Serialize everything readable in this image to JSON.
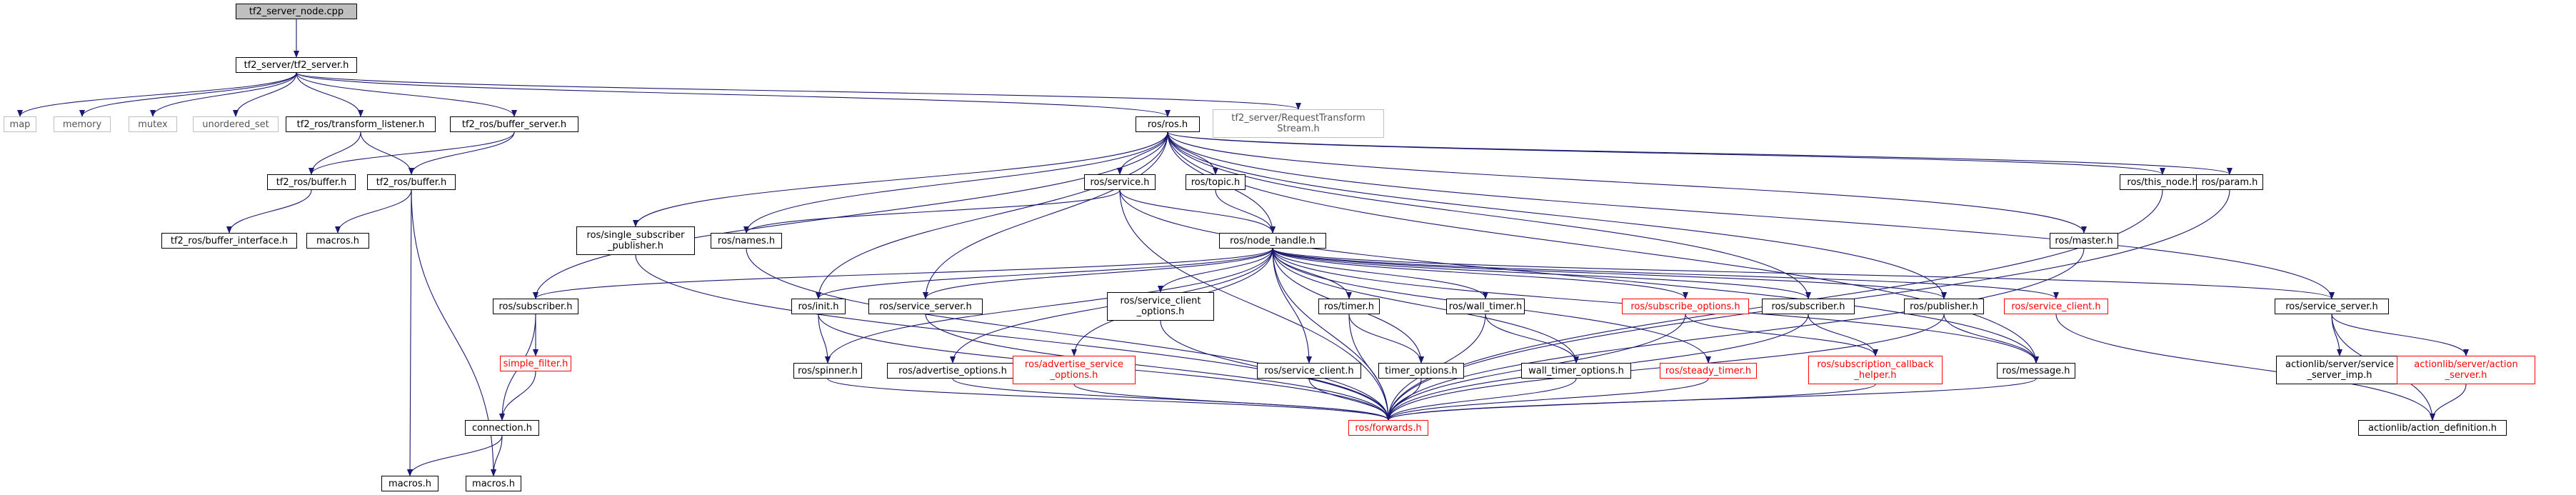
{
  "title": "tf2_server_node.cpp",
  "colors": {
    "edge": "#191970",
    "node_border": "#000000",
    "truncated_border": "#ff0000",
    "external_border": "#bfbfbf",
    "root_fill": "#bfbfbf"
  },
  "nodes": [
    {
      "id": "root",
      "label": "tf2_server_node.cpp"
    },
    {
      "id": "tf2server",
      "label": "tf2_server/tf2_server.h"
    },
    {
      "id": "map",
      "label": "map"
    },
    {
      "id": "memory",
      "label": "memory"
    },
    {
      "id": "mutex",
      "label": "mutex"
    },
    {
      "id": "unordered_set",
      "label": "unordered_set"
    },
    {
      "id": "tf_listener",
      "label": "tf2_ros/transform_listener.h"
    },
    {
      "id": "buf_server",
      "label": "tf2_ros/buffer_server.h"
    },
    {
      "id": "ros_h",
      "label": "ros/ros.h"
    },
    {
      "id": "req_stream",
      "label": "tf2_server/RequestTransform\nStream.h"
    },
    {
      "id": "tf2_buffer1",
      "label": "tf2_ros/buffer.h"
    },
    {
      "id": "tf2_buffer2",
      "label": "tf2_ros/buffer.h"
    },
    {
      "id": "buf_iface",
      "label": "tf2_ros/buffer_interface.h"
    },
    {
      "id": "macros_a",
      "label": "macros.h"
    },
    {
      "id": "service_h",
      "label": "ros/service.h"
    },
    {
      "id": "topic_h",
      "label": "ros/topic.h"
    },
    {
      "id": "this_node",
      "label": "ros/this_node.h"
    },
    {
      "id": "param_h",
      "label": "ros/param.h"
    },
    {
      "id": "single_sub",
      "label": "ros/single_subscriber\n_publisher.h"
    },
    {
      "id": "names_h",
      "label": "ros/names.h"
    },
    {
      "id": "node_handle",
      "label": "ros/node_handle.h"
    },
    {
      "id": "master_h",
      "label": "ros/master.h"
    },
    {
      "id": "subscriber1",
      "label": "ros/subscriber.h"
    },
    {
      "id": "init_h",
      "label": "ros/init.h"
    },
    {
      "id": "svc_server1",
      "label": "ros/service_server.h"
    },
    {
      "id": "svc_client_opts",
      "label": "ros/service_client\n_options.h"
    },
    {
      "id": "timer_h",
      "label": "ros/timer.h"
    },
    {
      "id": "wall_timer",
      "label": "ros/wall_timer.h"
    },
    {
      "id": "subscribe_opts",
      "label": "ros/subscribe_options.h"
    },
    {
      "id": "subscriber2",
      "label": "ros/subscriber.h"
    },
    {
      "id": "publisher_h",
      "label": "ros/publisher.h"
    },
    {
      "id": "service_client",
      "label": "ros/service_client.h"
    },
    {
      "id": "svc_server2",
      "label": "ros/service_server.h"
    },
    {
      "id": "simple_filter",
      "label": "simple_filter.h"
    },
    {
      "id": "spinner",
      "label": "ros/spinner.h"
    },
    {
      "id": "advertise_opts",
      "label": "ros/advertise_options.h"
    },
    {
      "id": "adv_svc_opts",
      "label": "ros/advertise_service\n_options.h"
    },
    {
      "id": "svc_client2",
      "label": "ros/service_client.h"
    },
    {
      "id": "timer_opts",
      "label": "timer_options.h"
    },
    {
      "id": "wall_timer_opts",
      "label": "wall_timer_options.h"
    },
    {
      "id": "steady_timer",
      "label": "ros/steady_timer.h"
    },
    {
      "id": "sub_cb_helper",
      "label": "ros/subscription_callback\n_helper.h"
    },
    {
      "id": "message_h",
      "label": "ros/message.h"
    },
    {
      "id": "al_srv_imp",
      "label": "actionlib/server/service\n_server_imp.h"
    },
    {
      "id": "al_action_srv",
      "label": "actionlib/server/action\n_server.h"
    },
    {
      "id": "connection",
      "label": "connection.h"
    },
    {
      "id": "forwards",
      "label": "ros/forwards.h"
    },
    {
      "id": "al_action_def",
      "label": "actionlib/action_definition.h"
    },
    {
      "id": "macros_b",
      "label": "macros.h"
    },
    {
      "id": "macros_c",
      "label": "macros.h"
    }
  ],
  "edges": [
    [
      "root",
      "tf2server"
    ],
    [
      "tf2server",
      "map"
    ],
    [
      "tf2server",
      "memory"
    ],
    [
      "tf2server",
      "mutex"
    ],
    [
      "tf2server",
      "unordered_set"
    ],
    [
      "tf2server",
      "tf_listener"
    ],
    [
      "tf2server",
      "buf_server"
    ],
    [
      "tf2server",
      "ros_h"
    ],
    [
      "tf2server",
      "req_stream"
    ],
    [
      "tf_listener",
      "tf2_buffer1"
    ],
    [
      "tf_listener",
      "tf2_buffer2"
    ],
    [
      "buf_server",
      "tf2_buffer1"
    ],
    [
      "buf_server",
      "tf2_buffer2"
    ],
    [
      "tf2_buffer1",
      "buf_iface"
    ],
    [
      "tf2_buffer2",
      "macros_a"
    ],
    [
      "tf2_buffer2",
      "macros_b"
    ],
    [
      "tf2_buffer2",
      "macros_c"
    ],
    [
      "ros_h",
      "service_h"
    ],
    [
      "ros_h",
      "topic_h"
    ],
    [
      "ros_h",
      "this_node"
    ],
    [
      "ros_h",
      "param_h"
    ],
    [
      "ros_h",
      "single_sub"
    ],
    [
      "ros_h",
      "names_h"
    ],
    [
      "ros_h",
      "node_handle"
    ],
    [
      "ros_h",
      "master_h"
    ],
    [
      "ros_h",
      "subscriber1"
    ],
    [
      "ros_h",
      "init_h"
    ],
    [
      "ros_h",
      "svc_server1"
    ],
    [
      "ros_h",
      "subscriber2"
    ],
    [
      "ros_h",
      "publisher_h"
    ],
    [
      "ros_h",
      "svc_server2"
    ],
    [
      "ros_h",
      "message_h"
    ],
    [
      "service_h",
      "names_h"
    ],
    [
      "service_h",
      "node_handle"
    ],
    [
      "service_h",
      "forwards"
    ],
    [
      "service_h",
      "message_h"
    ],
    [
      "topic_h",
      "node_handle"
    ],
    [
      "this_node",
      "forwards"
    ],
    [
      "param_h",
      "forwards"
    ],
    [
      "master_h",
      "forwards"
    ],
    [
      "single_sub",
      "forwards"
    ],
    [
      "names_h",
      "forwards"
    ],
    [
      "node_handle",
      "subscriber1"
    ],
    [
      "node_handle",
      "init_h"
    ],
    [
      "node_handle",
      "svc_server1"
    ],
    [
      "node_handle",
      "svc_client_opts"
    ],
    [
      "node_handle",
      "timer_h"
    ],
    [
      "node_handle",
      "wall_timer"
    ],
    [
      "node_handle",
      "subscribe_opts"
    ],
    [
      "node_handle",
      "subscriber2"
    ],
    [
      "node_handle",
      "publisher_h"
    ],
    [
      "node_handle",
      "service_client"
    ],
    [
      "node_handle",
      "svc_server2"
    ],
    [
      "node_handle",
      "spinner"
    ],
    [
      "node_handle",
      "advertise_opts"
    ],
    [
      "node_handle",
      "adv_svc_opts"
    ],
    [
      "node_handle",
      "svc_client2"
    ],
    [
      "node_handle",
      "timer_opts"
    ],
    [
      "node_handle",
      "wall_timer_opts"
    ],
    [
      "node_handle",
      "steady_timer"
    ],
    [
      "node_handle",
      "forwards"
    ],
    [
      "node_handle",
      "message_h"
    ],
    [
      "subscriber1",
      "simple_filter"
    ],
    [
      "subscriber1",
      "connection"
    ],
    [
      "simple_filter",
      "connection"
    ],
    [
      "connection",
      "macros_b"
    ],
    [
      "connection",
      "macros_c"
    ],
    [
      "init_h",
      "spinner"
    ],
    [
      "init_h",
      "forwards"
    ],
    [
      "svc_server1",
      "forwards"
    ],
    [
      "svc_client_opts",
      "forwards"
    ],
    [
      "timer_h",
      "timer_opts"
    ],
    [
      "timer_h",
      "forwards"
    ],
    [
      "wall_timer",
      "wall_timer_opts"
    ],
    [
      "wall_timer",
      "forwards"
    ],
    [
      "subscribe_opts",
      "sub_cb_helper"
    ],
    [
      "subscribe_opts",
      "forwards"
    ],
    [
      "subscriber2",
      "sub_cb_helper"
    ],
    [
      "subscriber2",
      "forwards"
    ],
    [
      "publisher_h",
      "message_h"
    ],
    [
      "publisher_h",
      "forwards"
    ],
    [
      "service_client",
      "al_action_def"
    ],
    [
      "svc_server2",
      "al_srv_imp"
    ],
    [
      "svc_server2",
      "al_action_srv"
    ],
    [
      "svc_server2",
      "al_action_def"
    ],
    [
      "al_action_srv",
      "al_action_def"
    ],
    [
      "spinner",
      "forwards"
    ],
    [
      "advertise_opts",
      "forwards"
    ],
    [
      "adv_svc_opts",
      "forwards"
    ],
    [
      "svc_client2",
      "forwards"
    ],
    [
      "timer_opts",
      "forwards"
    ],
    [
      "wall_timer_opts",
      "forwards"
    ],
    [
      "steady_timer",
      "forwards"
    ],
    [
      "sub_cb_helper",
      "forwards"
    ],
    [
      "message_h",
      "forwards"
    ]
  ]
}
